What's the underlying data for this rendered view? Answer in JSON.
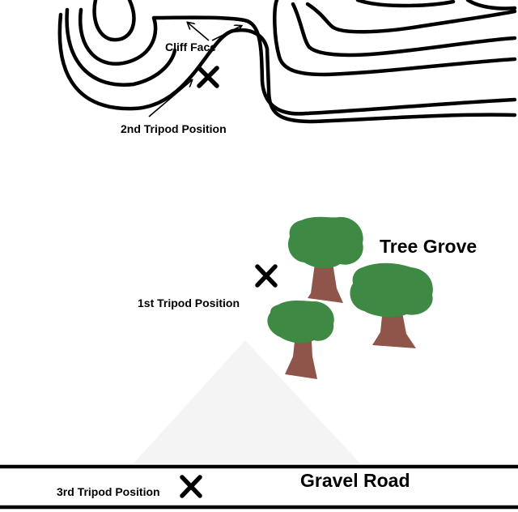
{
  "labels": {
    "cliff_face": "Cliff Face",
    "tripod_2": "2nd Tripod Position",
    "tripod_1": "1st Tripod Position",
    "tripod_3": "3rd Tripod Position",
    "tree_grove": "Tree Grove",
    "gravel_road": "Gravel Road"
  },
  "colors": {
    "ink": "#000000",
    "foliage": "#3e8a45",
    "trunk": "#8f554b",
    "fov_shadow": "#f3f3f3"
  },
  "icons": {
    "tripod_marker": "x-mark-icon",
    "tree": "tree-icon",
    "arrow": "arrow-icon"
  }
}
